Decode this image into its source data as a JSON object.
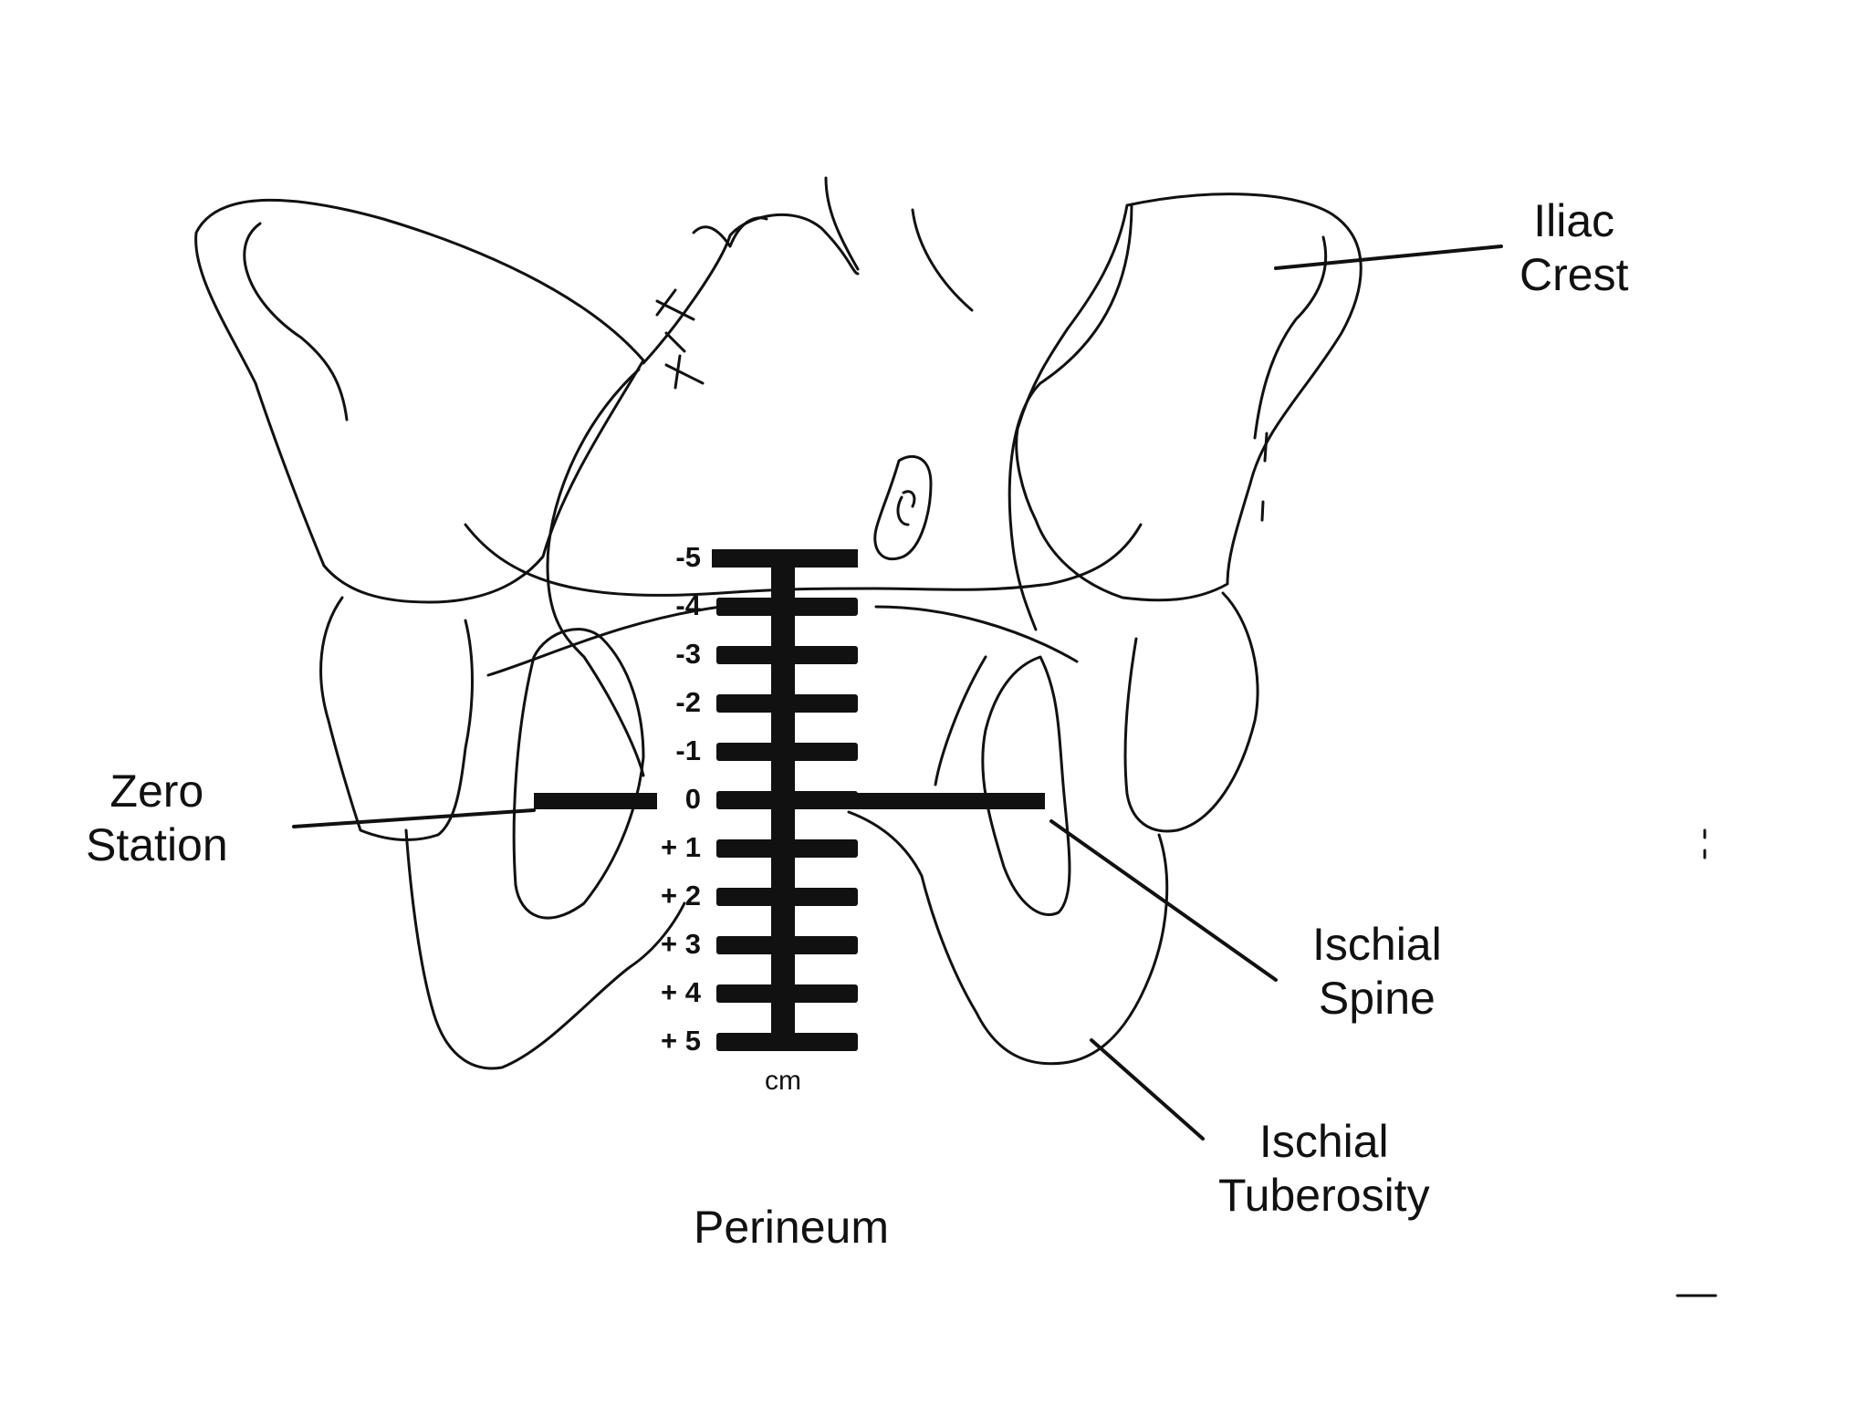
{
  "labels": {
    "iliac_crest": [
      "Iliac",
      "Crest"
    ],
    "zero_station": [
      "Zero",
      "Station"
    ],
    "ischial_spine": [
      "Ischial",
      "Spine"
    ],
    "ischial_tuberosity": [
      "Ischial",
      "Tuberosity"
    ],
    "perineum": "Perineum"
  },
  "scale": {
    "unit": "cm",
    "ticks": [
      "-5",
      "-4",
      "-3",
      "-2",
      "-1",
      "0",
      "+ 1",
      "+ 2",
      "+ 3",
      "+ 4",
      "+ 5"
    ]
  },
  "colors": {
    "ink": "#111111",
    "background": "#ffffff"
  }
}
